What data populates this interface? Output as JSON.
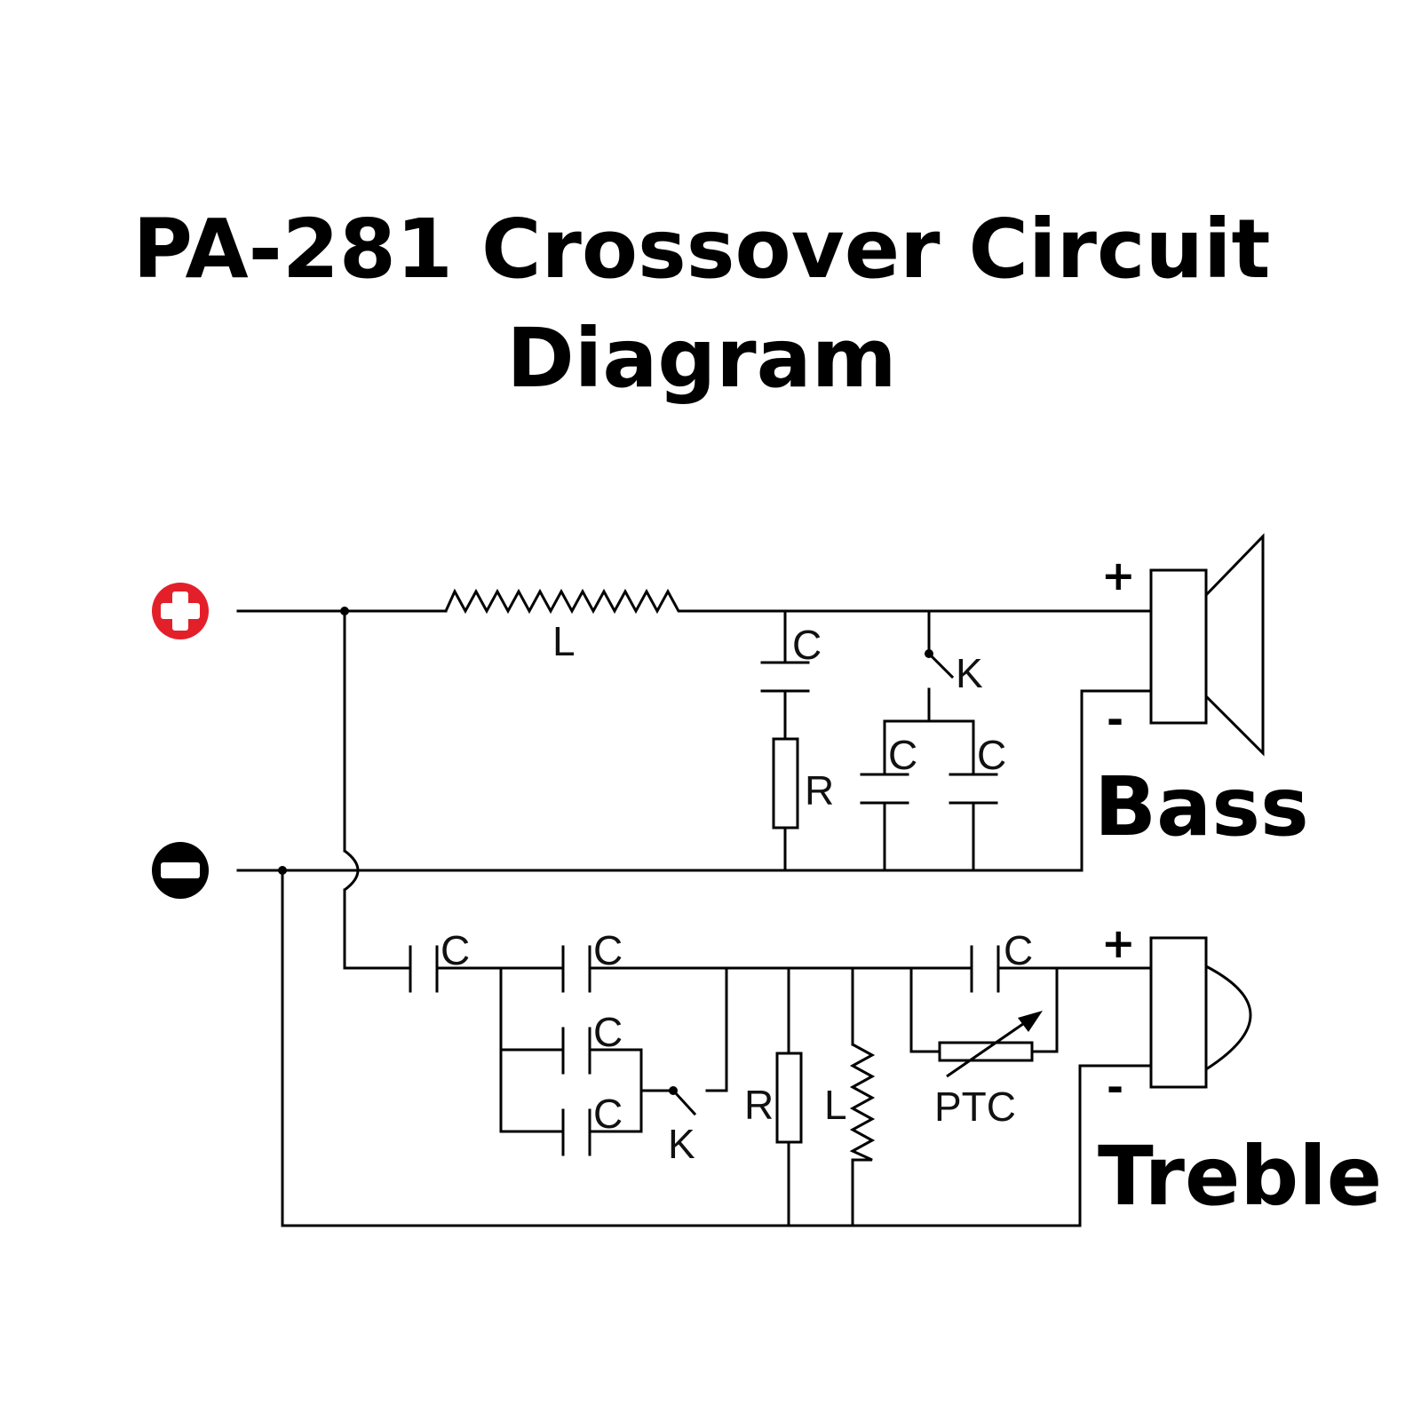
{
  "title": {
    "line1": "PA-281 Crossover Circuit",
    "line2": "Diagram"
  },
  "terminals": {
    "positive_icon": "plus-circle-icon",
    "positive_color": "#e3202a",
    "negative_icon": "minus-circle-icon",
    "negative_color": "#000000"
  },
  "drivers": {
    "bass": {
      "label": "Bass",
      "plus": "+",
      "minus": "-"
    },
    "treble": {
      "label": "Treble",
      "plus": "+",
      "minus": "-"
    }
  },
  "components": {
    "bass_inductor": "L",
    "bass_cap_series": "C",
    "bass_resistor": "R",
    "bass_switch": "K",
    "bass_cap_left": "C",
    "bass_cap_right": "C",
    "treble_cap_1": "C",
    "treble_cap_2": "C",
    "treble_cap_3": "C",
    "treble_cap_4": "C",
    "treble_switch": "K",
    "treble_resistor": "R",
    "treble_inductor": "L",
    "treble_cap_5": "C",
    "ptc": "PTC"
  }
}
